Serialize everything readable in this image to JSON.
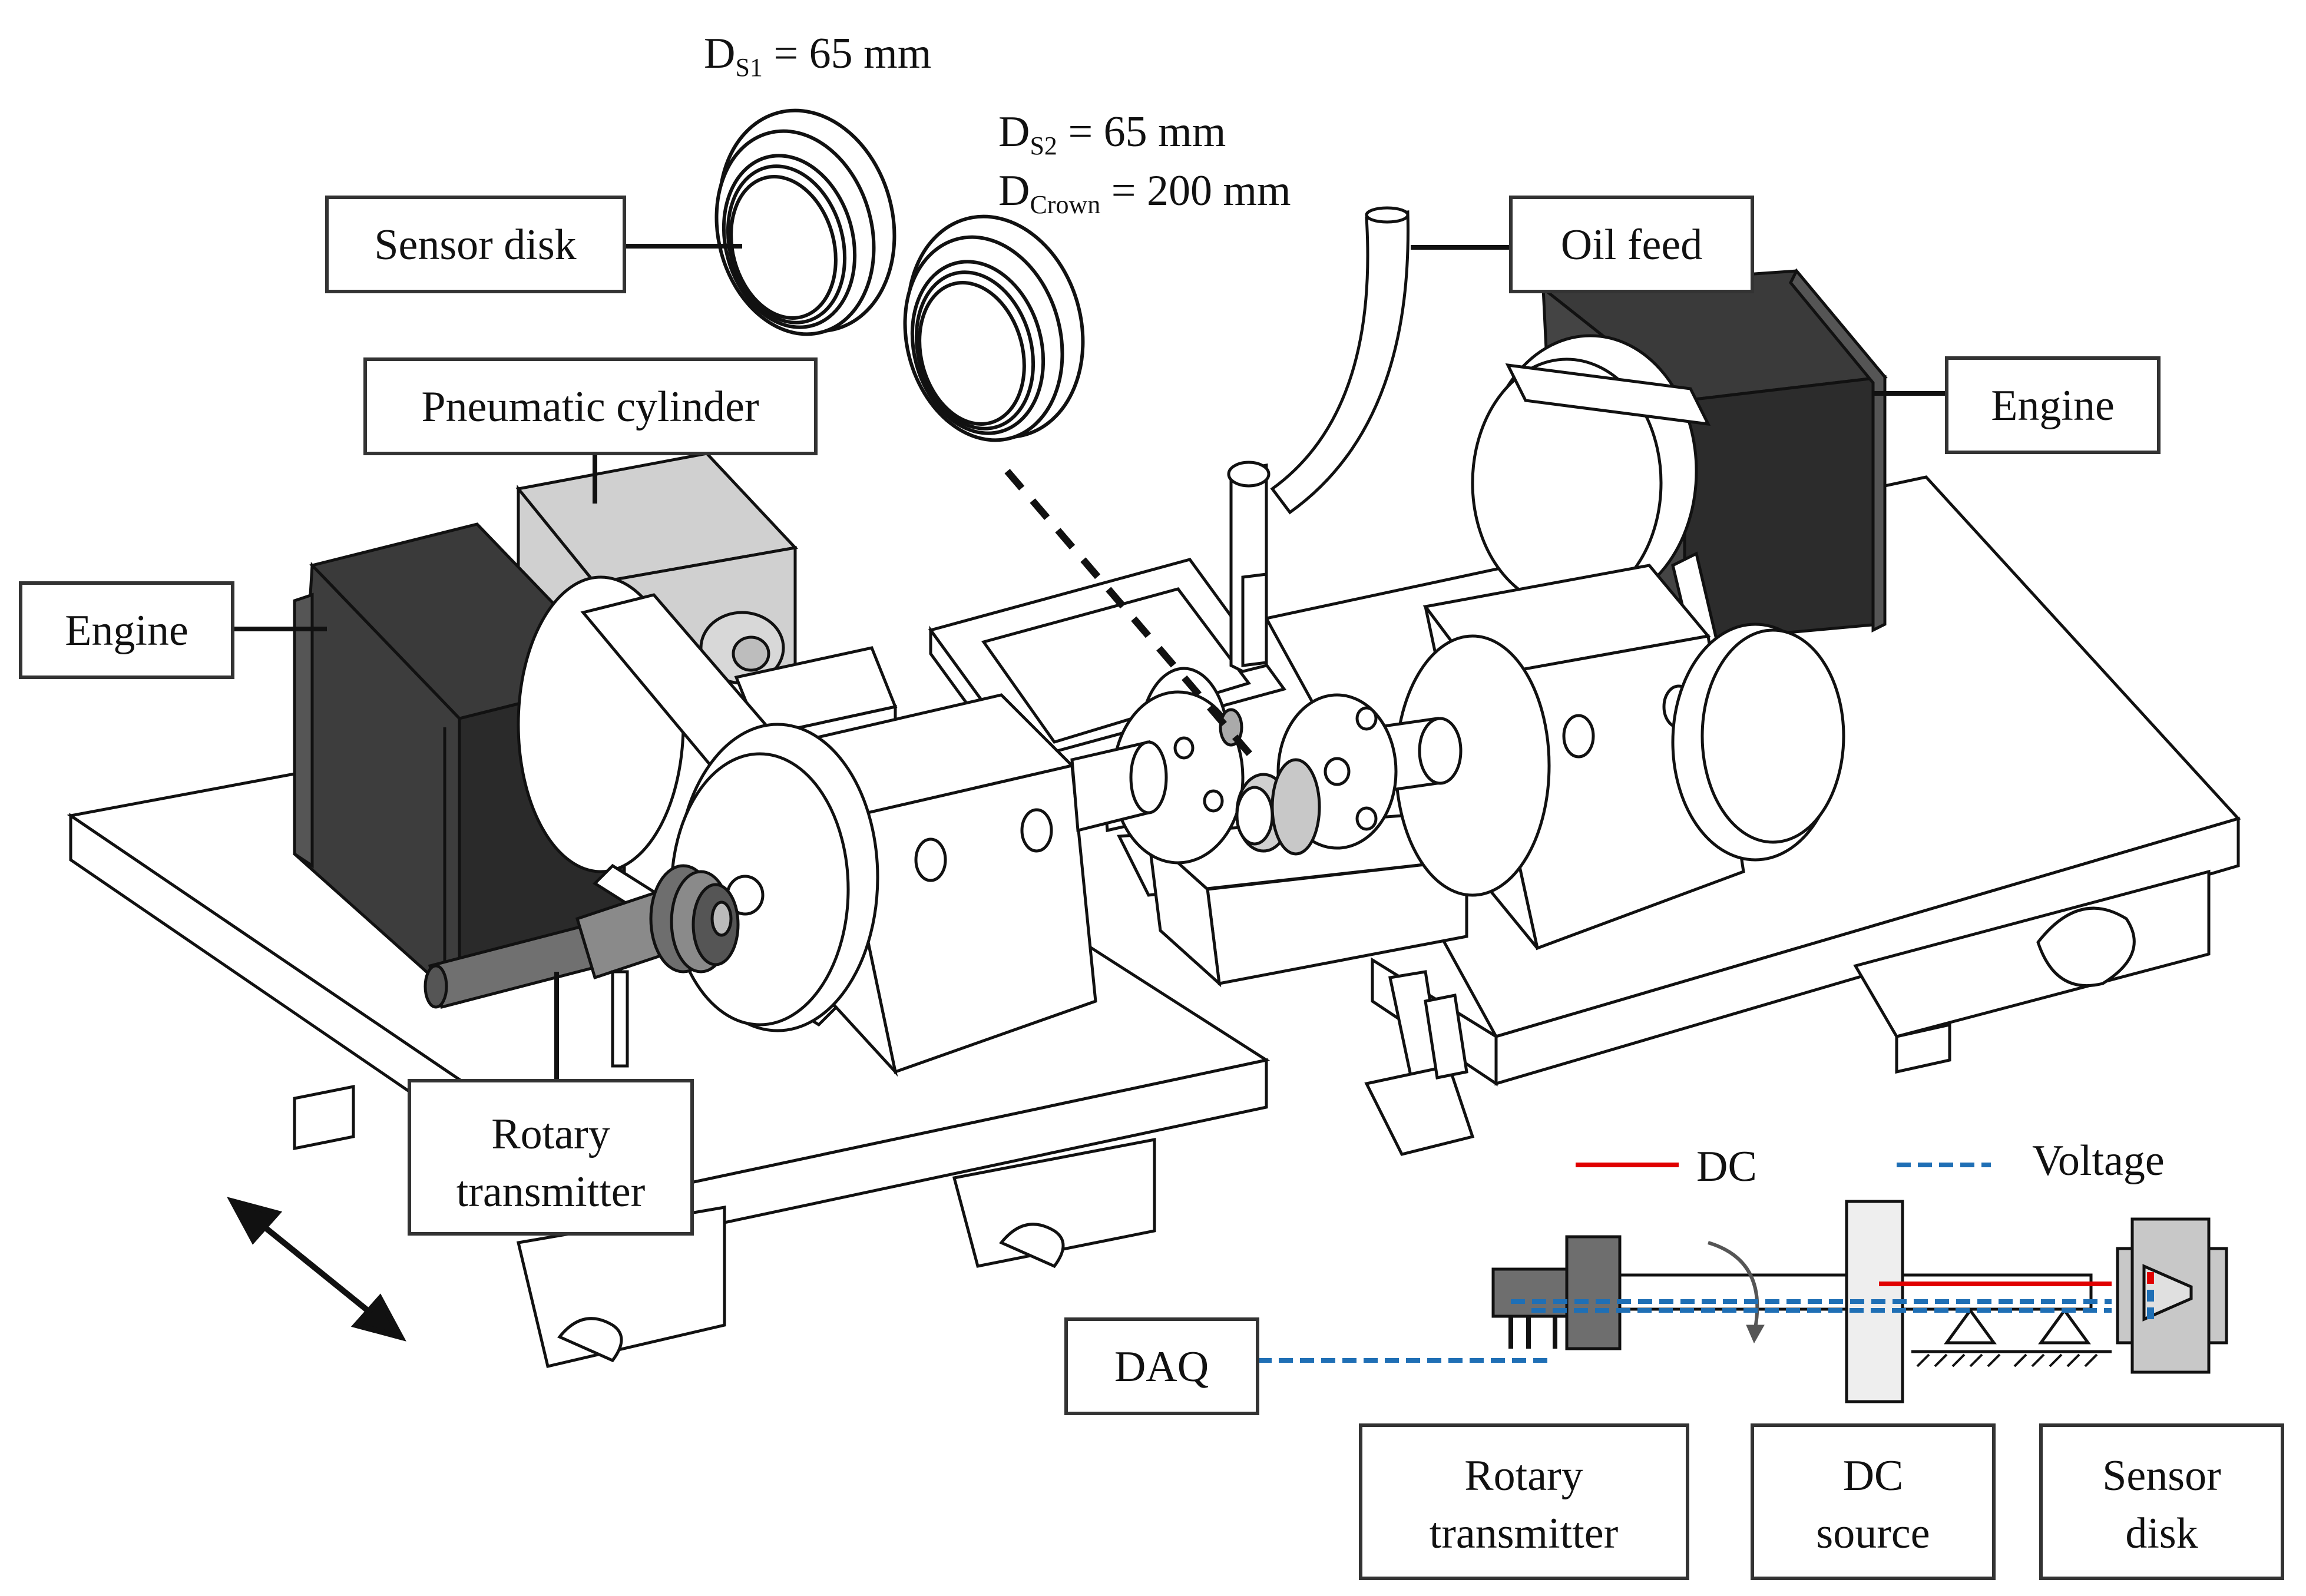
{
  "labels": {
    "sensor_disk": "Sensor disk",
    "pneumatic_cylinder": "Pneumatic cylinder",
    "engine_left": "Engine",
    "engine_right": "Engine",
    "oil_feed": "Oil feed",
    "rotary_transmitter_line1": "Rotary",
    "rotary_transmitter_line2": "transmitter"
  },
  "dimensions": {
    "d_s1": {
      "base": "D",
      "sub": "S1",
      "value": " = 65 mm"
    },
    "d_s2": {
      "base": "D",
      "sub": "S2",
      "value": " = 65 mm"
    },
    "d_crown": {
      "base": "D",
      "sub": "Crown",
      "value": " = 200 mm"
    }
  },
  "schematic": {
    "legend_dc": "DC",
    "legend_voltage": "Voltage",
    "daq": "DAQ",
    "rotary_transmitter_line1": "Rotary",
    "rotary_transmitter_line2": "transmitter",
    "dc_source_line1": "DC",
    "dc_source_line2": "source",
    "sensor_disk_line1": "Sensor",
    "sensor_disk_line2": "disk"
  },
  "colors": {
    "dc_line": "#e00000",
    "voltage_line": "#1f6fb5",
    "engine_body": "#333333",
    "cylinder_body": "#d0d0d0",
    "transmitter_body": "#6e6e6e"
  }
}
